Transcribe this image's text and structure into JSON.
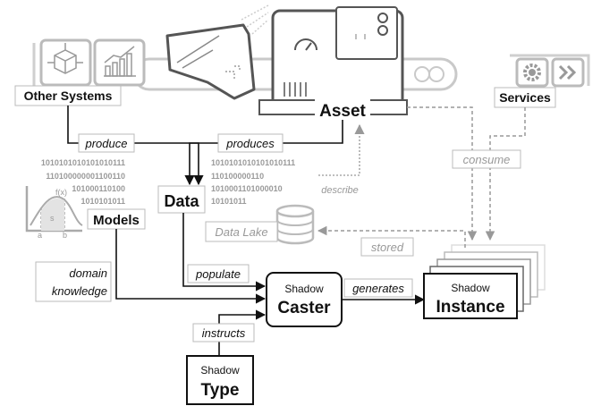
{
  "nodes": {
    "other_systems": "Other Systems",
    "asset": "Asset",
    "services": "Services",
    "data": "Data",
    "models": "Models",
    "data_lake": "Data Lake",
    "shadow_caster": {
      "top": "Shadow",
      "main": "Caster"
    },
    "shadow_instance": {
      "top": "Shadow",
      "main": "Instance"
    },
    "shadow_type": {
      "top": "Shadow",
      "main": "Type"
    }
  },
  "edge_labels": {
    "produce": "produce",
    "produces": "produces",
    "describe": "describe",
    "consume": "consume",
    "stored": "stored",
    "domain_knowledge": [
      "domain",
      "knowledge"
    ],
    "populate": "populate",
    "generates": "generates",
    "instructs": "instructs"
  },
  "binary": {
    "left": [
      "1010101010101010111",
      "110100000001100110",
      "101000110100",
      "1010101011"
    ],
    "right": [
      "1010101010101010111",
      "110100000110",
      "1010001101000010",
      "10101011"
    ]
  },
  "model_plot": {
    "fx": "f(x)",
    "s": "s",
    "a": "a",
    "b": "b"
  },
  "colors": {
    "ink": "#111111",
    "gray": "#a8a8a8",
    "light": "#cfcfcf",
    "dashed": "#999999"
  }
}
